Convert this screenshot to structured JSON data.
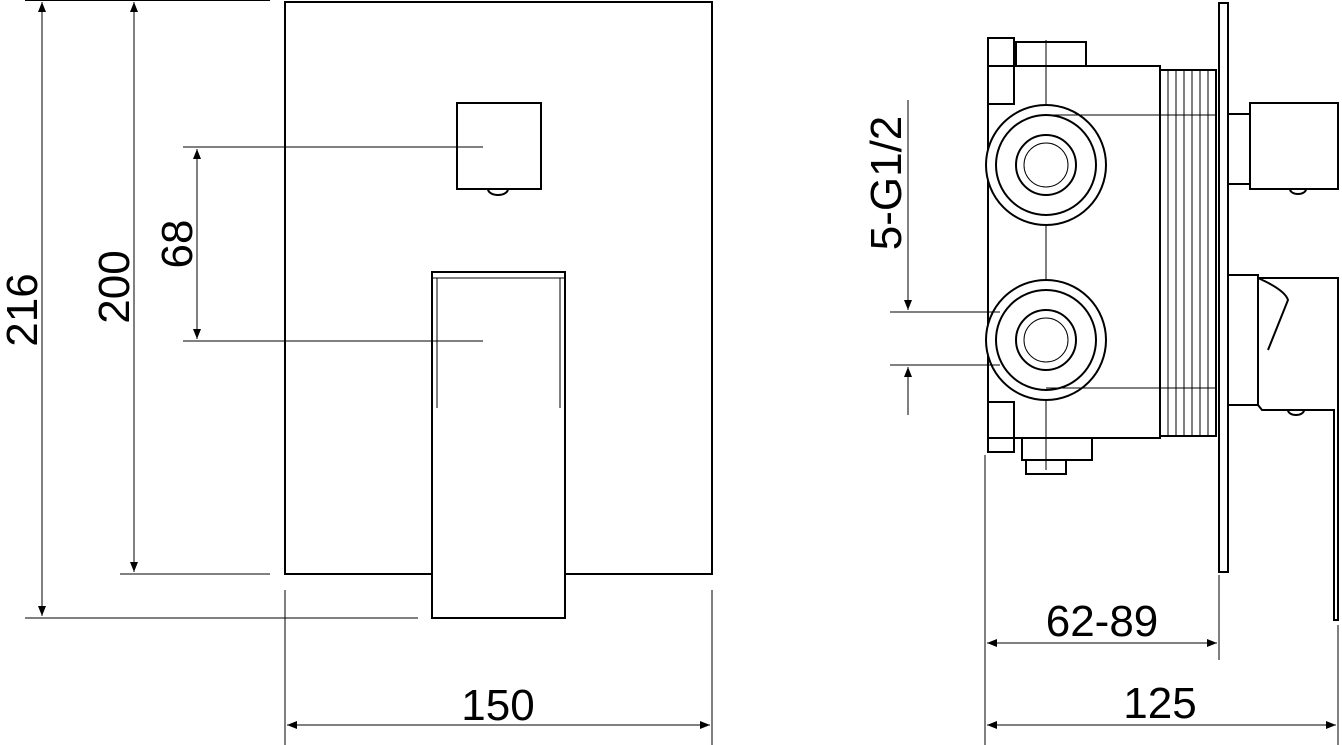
{
  "drawing": {
    "front_view": {
      "dim_total_height": "216",
      "dim_plate_height": "200",
      "dim_axis_distance": "68",
      "dim_plate_width": "150"
    },
    "side_view": {
      "dim_connections": "5-G1/2",
      "dim_installation_depth": "62-89",
      "dim_total_depth": "125"
    }
  }
}
